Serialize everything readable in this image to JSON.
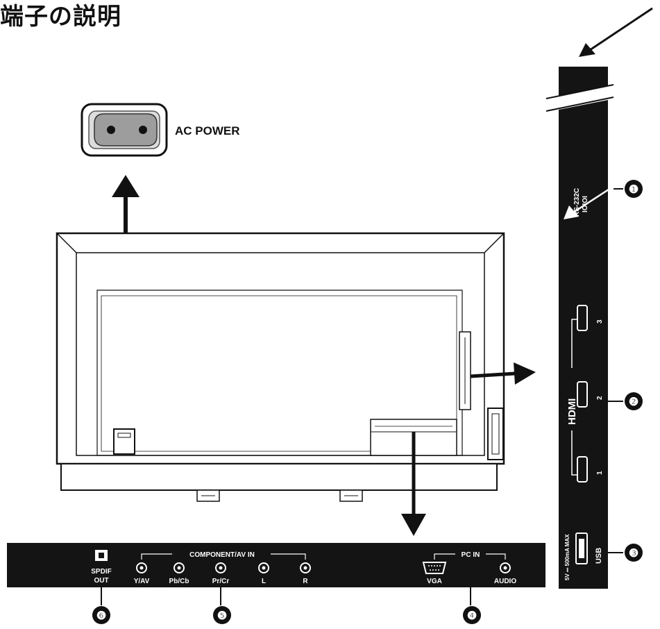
{
  "title": "端子の説明",
  "ac_power_label": "AC POWER",
  "side_panel": {
    "rs232c_label": "RS-232C",
    "rs232c_sub": "IOIOI",
    "hdmi_label": "HDMI",
    "hdmi_ports": [
      "3",
      "2",
      "1"
    ],
    "usb_rating": "5V ⎓ 500mA MAX",
    "usb_label": "USB"
  },
  "bottom_panel": {
    "spdif_label": "SPDIF",
    "spdif_sub": "OUT",
    "component_group_label": "COMPONENT/AV IN",
    "component_ports": [
      "Y/AV",
      "Pb/Cb",
      "Pr/Cr",
      "L",
      "R"
    ],
    "pc_group_label": "PC IN",
    "vga_label": "VGA",
    "audio_label": "AUDIO"
  },
  "callouts": [
    "❶",
    "❷",
    "❸",
    "❹",
    "❺",
    "❻"
  ],
  "colors": {
    "ink": "#111111",
    "panel": "#141414",
    "panel_text": "#ffffff",
    "page": "#ffffff"
  }
}
